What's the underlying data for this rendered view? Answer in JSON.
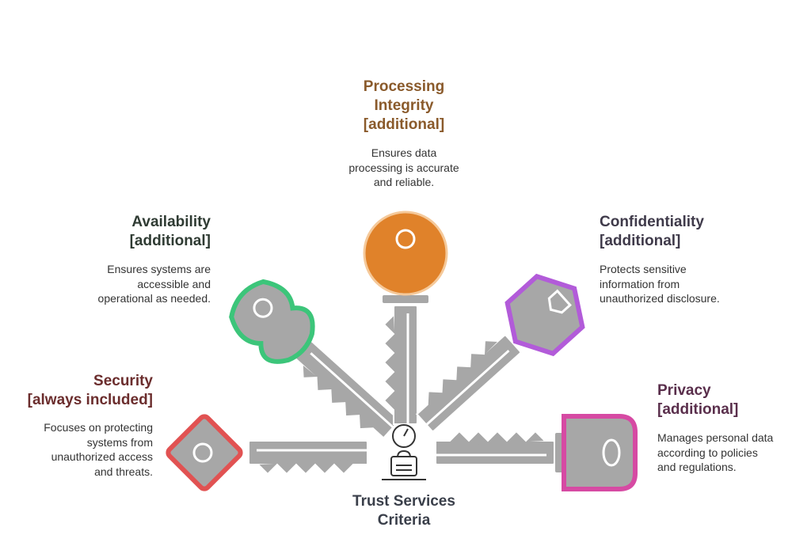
{
  "center": {
    "title_lines": [
      "Trust Services",
      "Criteria"
    ]
  },
  "criteria": [
    {
      "id": "security",
      "title_lines": [
        "Security",
        "[always included]"
      ],
      "desc_lines": [
        "Focuses on protecting",
        "systems from",
        "unauthorized access",
        "and threats."
      ],
      "color": "#e15252",
      "title_color": "#6b2d2d"
    },
    {
      "id": "availability",
      "title_lines": [
        "Availability",
        "[additional]"
      ],
      "desc_lines": [
        "Ensures systems are",
        "accessible and",
        "operational as needed."
      ],
      "color": "#3cc57a",
      "title_color": "#2f3b33"
    },
    {
      "id": "processing_integrity",
      "title_lines": [
        "Processing",
        "Integrity",
        "[additional]"
      ],
      "desc_lines": [
        "Ensures data",
        "processing is accurate",
        "and reliable."
      ],
      "color": "#e0822a",
      "title_color": "#8a5a2b"
    },
    {
      "id": "confidentiality",
      "title_lines": [
        "Confidentiality",
        "[additional]"
      ],
      "desc_lines": [
        "Protects sensitive",
        "information from",
        "unauthorized disclosure."
      ],
      "color": "#b25bd9",
      "title_color": "#3f3a4a"
    },
    {
      "id": "privacy",
      "title_lines": [
        "Privacy",
        "[additional]"
      ],
      "desc_lines": [
        "Manages personal data",
        "according to policies",
        "and regulations."
      ],
      "color": "#d64aa3",
      "title_color": "#5a2f4c"
    }
  ],
  "icons": {
    "center": "gauge-and-lock-icon",
    "keys": "key-icon"
  }
}
